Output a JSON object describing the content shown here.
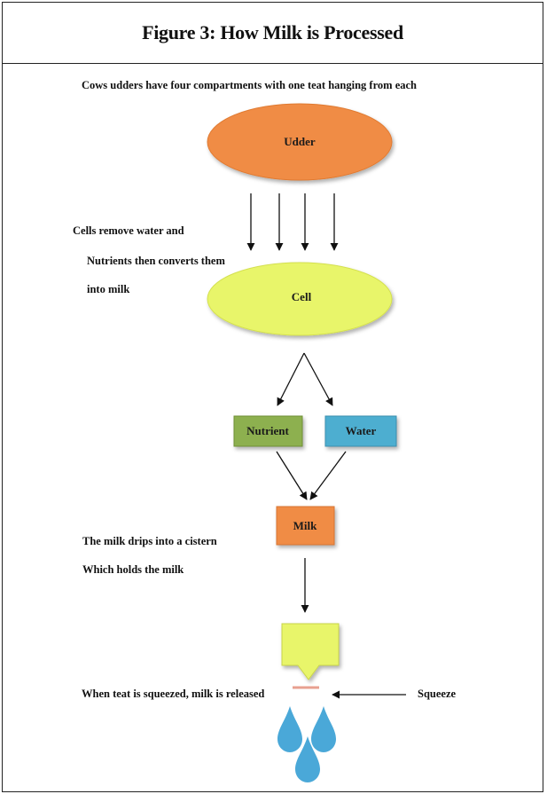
{
  "figure": {
    "title": "Figure 3: How Milk is Processed"
  },
  "annotations": {
    "intro": "Cows udders have four compartments with one teat hanging from each",
    "cells_line1": "Cells remove water and",
    "cells_line2": "Nutrients then converts them",
    "cells_line3": "into milk",
    "drip_line1": "The milk drips into a cistern",
    "drip_line2": "Which holds the milk",
    "release": "When teat is squeezed, milk is released",
    "squeeze": "Squeeze"
  },
  "nodes": {
    "udder": "Udder",
    "cell": "Cell",
    "nutrient": "Nutrient",
    "water": "Water",
    "milk": "Milk"
  },
  "colors": {
    "udder": "#f08c45",
    "cell": "#e8f56a",
    "nutrient": "#8db04f",
    "water": "#4daed0",
    "milk": "#f08c45",
    "cistern": "#e8f56a",
    "drops": "#4aa8d8"
  }
}
